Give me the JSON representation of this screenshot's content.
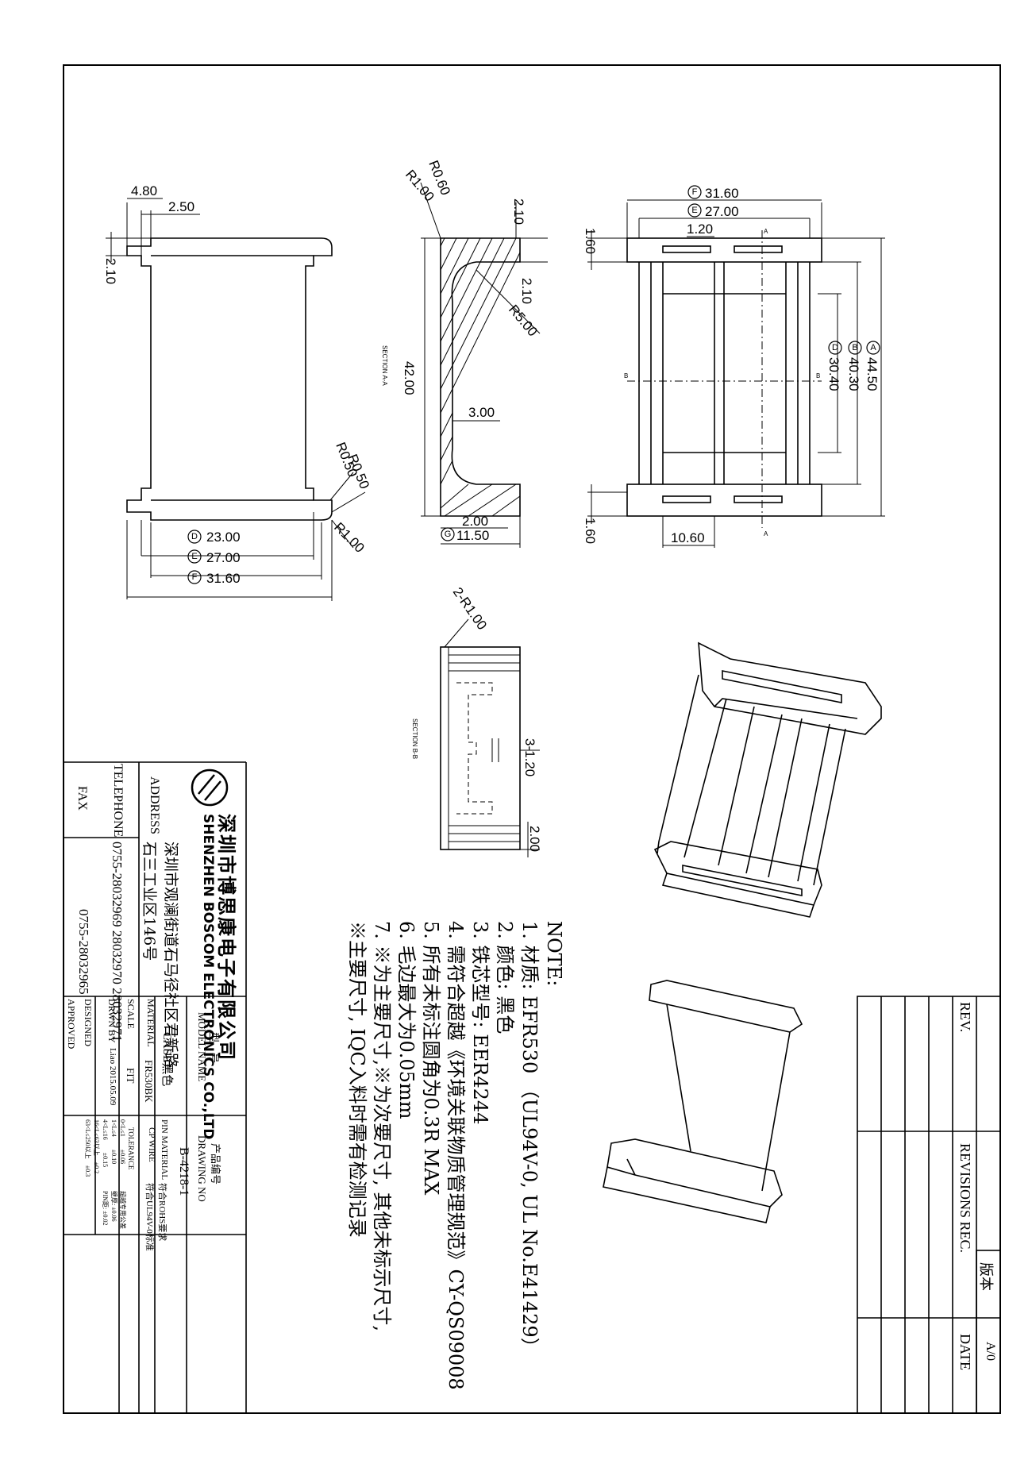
{
  "views": {
    "top_left": {
      "dims": [
        "4.80",
        "2.50",
        "2.10",
        "R0.50",
        "R0.50",
        "R1.00",
        "23.00",
        "27.00",
        "31.60"
      ],
      "markers": [
        "D",
        "E",
        "F"
      ]
    },
    "section_a": {
      "label": "SECTION A-A",
      "dims": [
        "R0.60",
        "R1.00",
        "2.10",
        "2.10",
        "R5.00",
        "42.00",
        "3.00",
        "2.00",
        "11.50"
      ],
      "markers": [
        "G"
      ]
    },
    "front_right": {
      "dims": [
        "31.60",
        "27.00",
        "1.20",
        "1.60",
        "44.50",
        "40.30",
        "30.40",
        "1.60",
        "10.60"
      ],
      "markers": [
        "F",
        "E",
        "A",
        "B",
        "D"
      ],
      "cut_letters": [
        "A",
        "A",
        "B",
        "B"
      ]
    },
    "section_b": {
      "label": "SECTION B-B",
      "dims": [
        "2-R1.00",
        "3-1.20",
        "2.00"
      ]
    }
  },
  "notes": {
    "title": "NOTE:",
    "items": [
      "1. 材质: EFR530 （UL94V-0, UL No.E41429）",
      "2. 颜色: 黑色",
      "3. 铁芯型号: EER4244",
      "4. 需符合超越《环境关联物质管理规范》CY-QS09008",
      "5. 所有未标注圆角为0.3R MAX",
      "6. 毛边最大为0.05mm",
      "7. ※为主要尺寸,※为次要尺寸, 其他未标示尺寸,",
      "※主要尺寸, IQC入料时需有检测记录"
    ]
  },
  "company": {
    "name_cn": "深圳市博思康电子有限公司",
    "name_en": "SHENZHEN BOSCOM ELECTRONICS CO.,LTD",
    "address_label": "ADDRESS",
    "address_line1": "深圳市观澜街道石马径社区君新路",
    "address_line2": "石三工业区146号",
    "telephone_label": "TELEPHONE",
    "telephone": "0755-28032969 28032970 28032971",
    "fax_label": "FAX",
    "fax": "0755-28032965"
  },
  "title_block": {
    "model_name_cn": "型　号",
    "model_name_label": "MODEL NAME",
    "model_name": "CASE黑色",
    "drawing_no_cn": "产品编号",
    "drawing_no_label": "DRAWING NO",
    "drawing_no": "B-4218-1",
    "material_label": "MATERIAL",
    "material": "FR530BK",
    "pin_material_label": "PIN MATERIAL",
    "pin_material": "符合ROHS要求",
    "scale_label": "SCALE",
    "scale": "FIT",
    "cp_wire_label": "CP WIRE",
    "cp_wire": "符合UL94V-0标准",
    "drwn_by_label": "DRWN BY",
    "drwn_by": "Liao 2015.05.09",
    "designed_label": "DESIGNED",
    "approved_label": "APPROVED",
    "tolerance_label": "TOLERANCE",
    "tolerance_rows": [
      "0<L≤1　　±0.06",
      "1<L≤4　　±0.10",
      "4<L≤16　　±0.15",
      "16<L≤63以上　±0.2",
      "63<L≤250以上　±0.3"
    ],
    "tolerance_extra": [
      "超越专用公差",
      "壁厚: ±0.06",
      "PIN距: ±0.02"
    ]
  },
  "revision_block": {
    "rev_label": "REV.",
    "revisions_label": "REVISIONS REC.",
    "date_label": "DATE",
    "version_label": "版本",
    "version": "A/0"
  }
}
